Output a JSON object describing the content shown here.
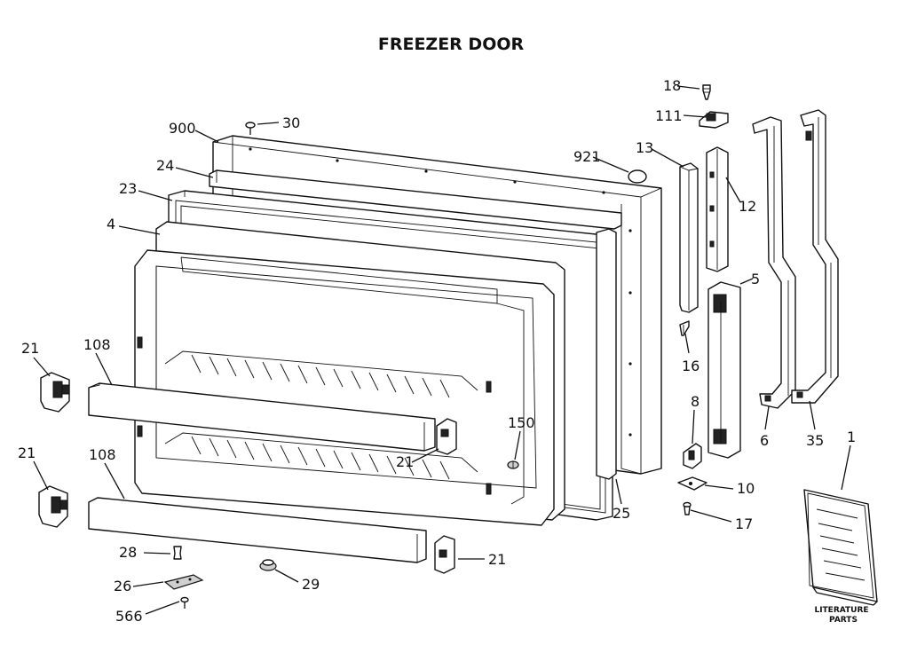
{
  "title": "FREEZER DOOR",
  "footer": "LITERATURE PARTS",
  "callouts": {
    "c18": "18",
    "c111": "111",
    "c13": "13",
    "c12": "12",
    "c921": "921",
    "c900": "900",
    "c30": "30",
    "c24": "24",
    "c23": "23",
    "c4": "4",
    "c5": "5",
    "c16": "16",
    "c8": "8",
    "c10": "10",
    "c17": "17",
    "c6": "6",
    "c35": "35",
    "c1": "1",
    "c21a": "21",
    "c21b": "21",
    "c21c": "21",
    "c21d": "21",
    "c108a": "108",
    "c108b": "108",
    "c150": "150",
    "c25": "25",
    "c28": "28",
    "c26": "26",
    "c566": "566",
    "c29": "29"
  },
  "literature_label_line1": "LITERATURE",
  "literature_label_line2": "PARTS"
}
